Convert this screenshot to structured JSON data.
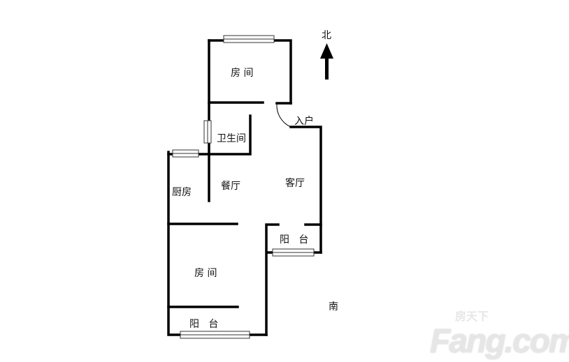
{
  "labels": {
    "bedroom_north": "房 间",
    "entrance": "入户",
    "bathroom": "卫生间",
    "kitchen": "厨房",
    "dining": "餐厅",
    "living": "客厅",
    "balcony_east": "阳   台",
    "bedroom_south": "房 间",
    "balcony_south": "阳   台",
    "north": "北",
    "south": "南"
  },
  "watermark": {
    "brand": "Fang.com",
    "chinese": "房天下"
  },
  "colors": {
    "wall": "#000000",
    "background": "#ffffff"
  }
}
